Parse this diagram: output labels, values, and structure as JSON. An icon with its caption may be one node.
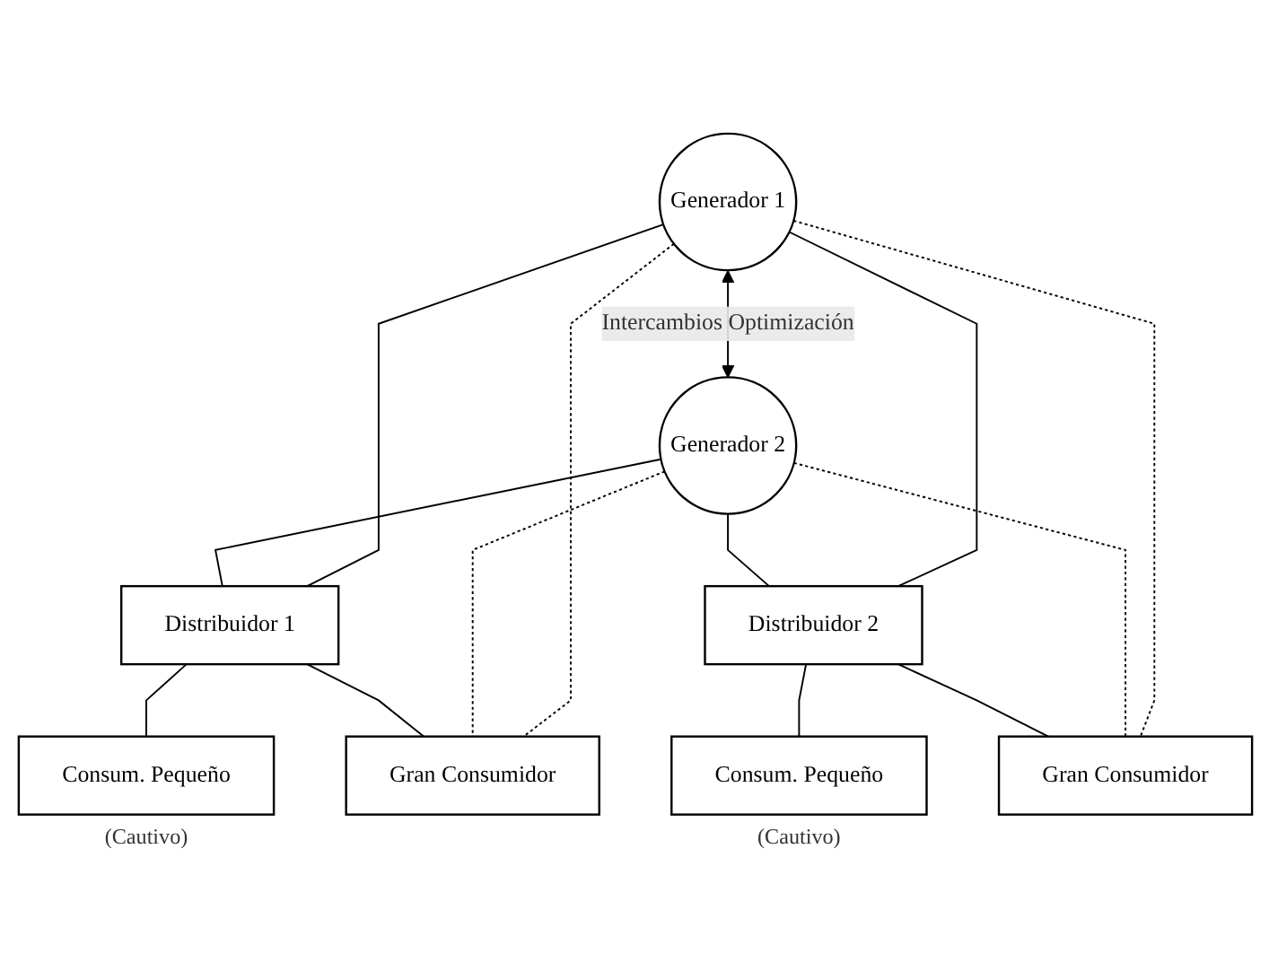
{
  "diagram": {
    "nodes": [
      {
        "text": [
          "Generador 1"
        ]
      },
      {
        "text": [
          "Generador 2"
        ]
      },
      {
        "text": [
          "Distribuidor 1"
        ]
      },
      {
        "text": [
          "Distribuidor 2"
        ]
      },
      {
        "text": [
          "Consum. Pequeño"
        ],
        "beside": [
          "(Cautivo)"
        ]
      },
      {
        "text": [
          "Gran Consumidor"
        ]
      },
      {
        "text": [
          "Gran Consumidor"
        ]
      },
      {
        "text": [
          "Consum. Pequeño"
        ],
        "beside": [
          "(Cautivo)"
        ]
      }
    ],
    "edges": [
      {
        "from": 0,
        "to": 1,
        "arrow": "both",
        "label": "Intercambios Optimización"
      },
      {
        "from": 0,
        "to": 2,
        "arrow": "none"
      },
      {
        "from": 0,
        "to": 3,
        "arrow": "none"
      },
      {
        "from": 0,
        "to": 6,
        "arrow": "none",
        "style": "dashed"
      },
      {
        "from": 0,
        "to": 5,
        "arrow": "none",
        "style": "dashed"
      },
      {
        "from": 1,
        "to": 2,
        "arrow": "none"
      },
      {
        "from": 1,
        "to": 3,
        "arrow": "none"
      },
      {
        "from": 1,
        "to": 5,
        "arrow": "none",
        "style": "dashed"
      },
      {
        "from": 1,
        "to": 6,
        "arrow": "none",
        "style": "dashed"
      },
      {
        "from": 2,
        "to": 4,
        "arrow": "none"
      },
      {
        "from": 2,
        "to": 5,
        "arrow": "none"
      },
      {
        "from": 3,
        "to": 6,
        "arrow": "none"
      },
      {
        "from": 3,
        "to": 7,
        "arrow": "none"
      }
    ]
  }
}
